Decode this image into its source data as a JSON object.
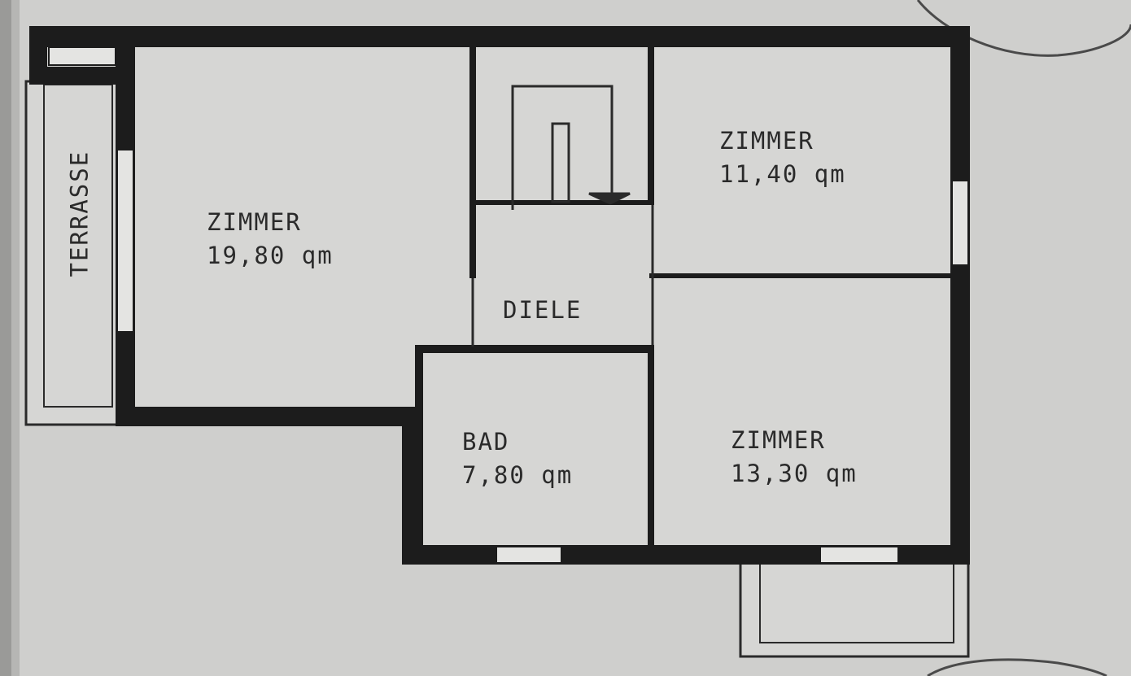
{
  "floorplan": {
    "colors": {
      "paper": "#cfcfcd",
      "room_fill": "#d6d6d4",
      "wall": "#1c1c1c",
      "thin_line": "#2a2a2a",
      "window": "#e4e4e2",
      "text": "#2a2a2a"
    },
    "rooms": {
      "terrace": {
        "name": "TERRASSE"
      },
      "living": {
        "name": "ZIMMER",
        "area": "19,80 qm"
      },
      "room_ne": {
        "name": "ZIMMER",
        "area": "11,40 qm"
      },
      "hall": {
        "name": "DIELE"
      },
      "bath": {
        "name": "BAD",
        "area": "7,80 qm"
      },
      "room_se": {
        "name": "ZIMMER",
        "area": "13,30 qm"
      }
    }
  }
}
